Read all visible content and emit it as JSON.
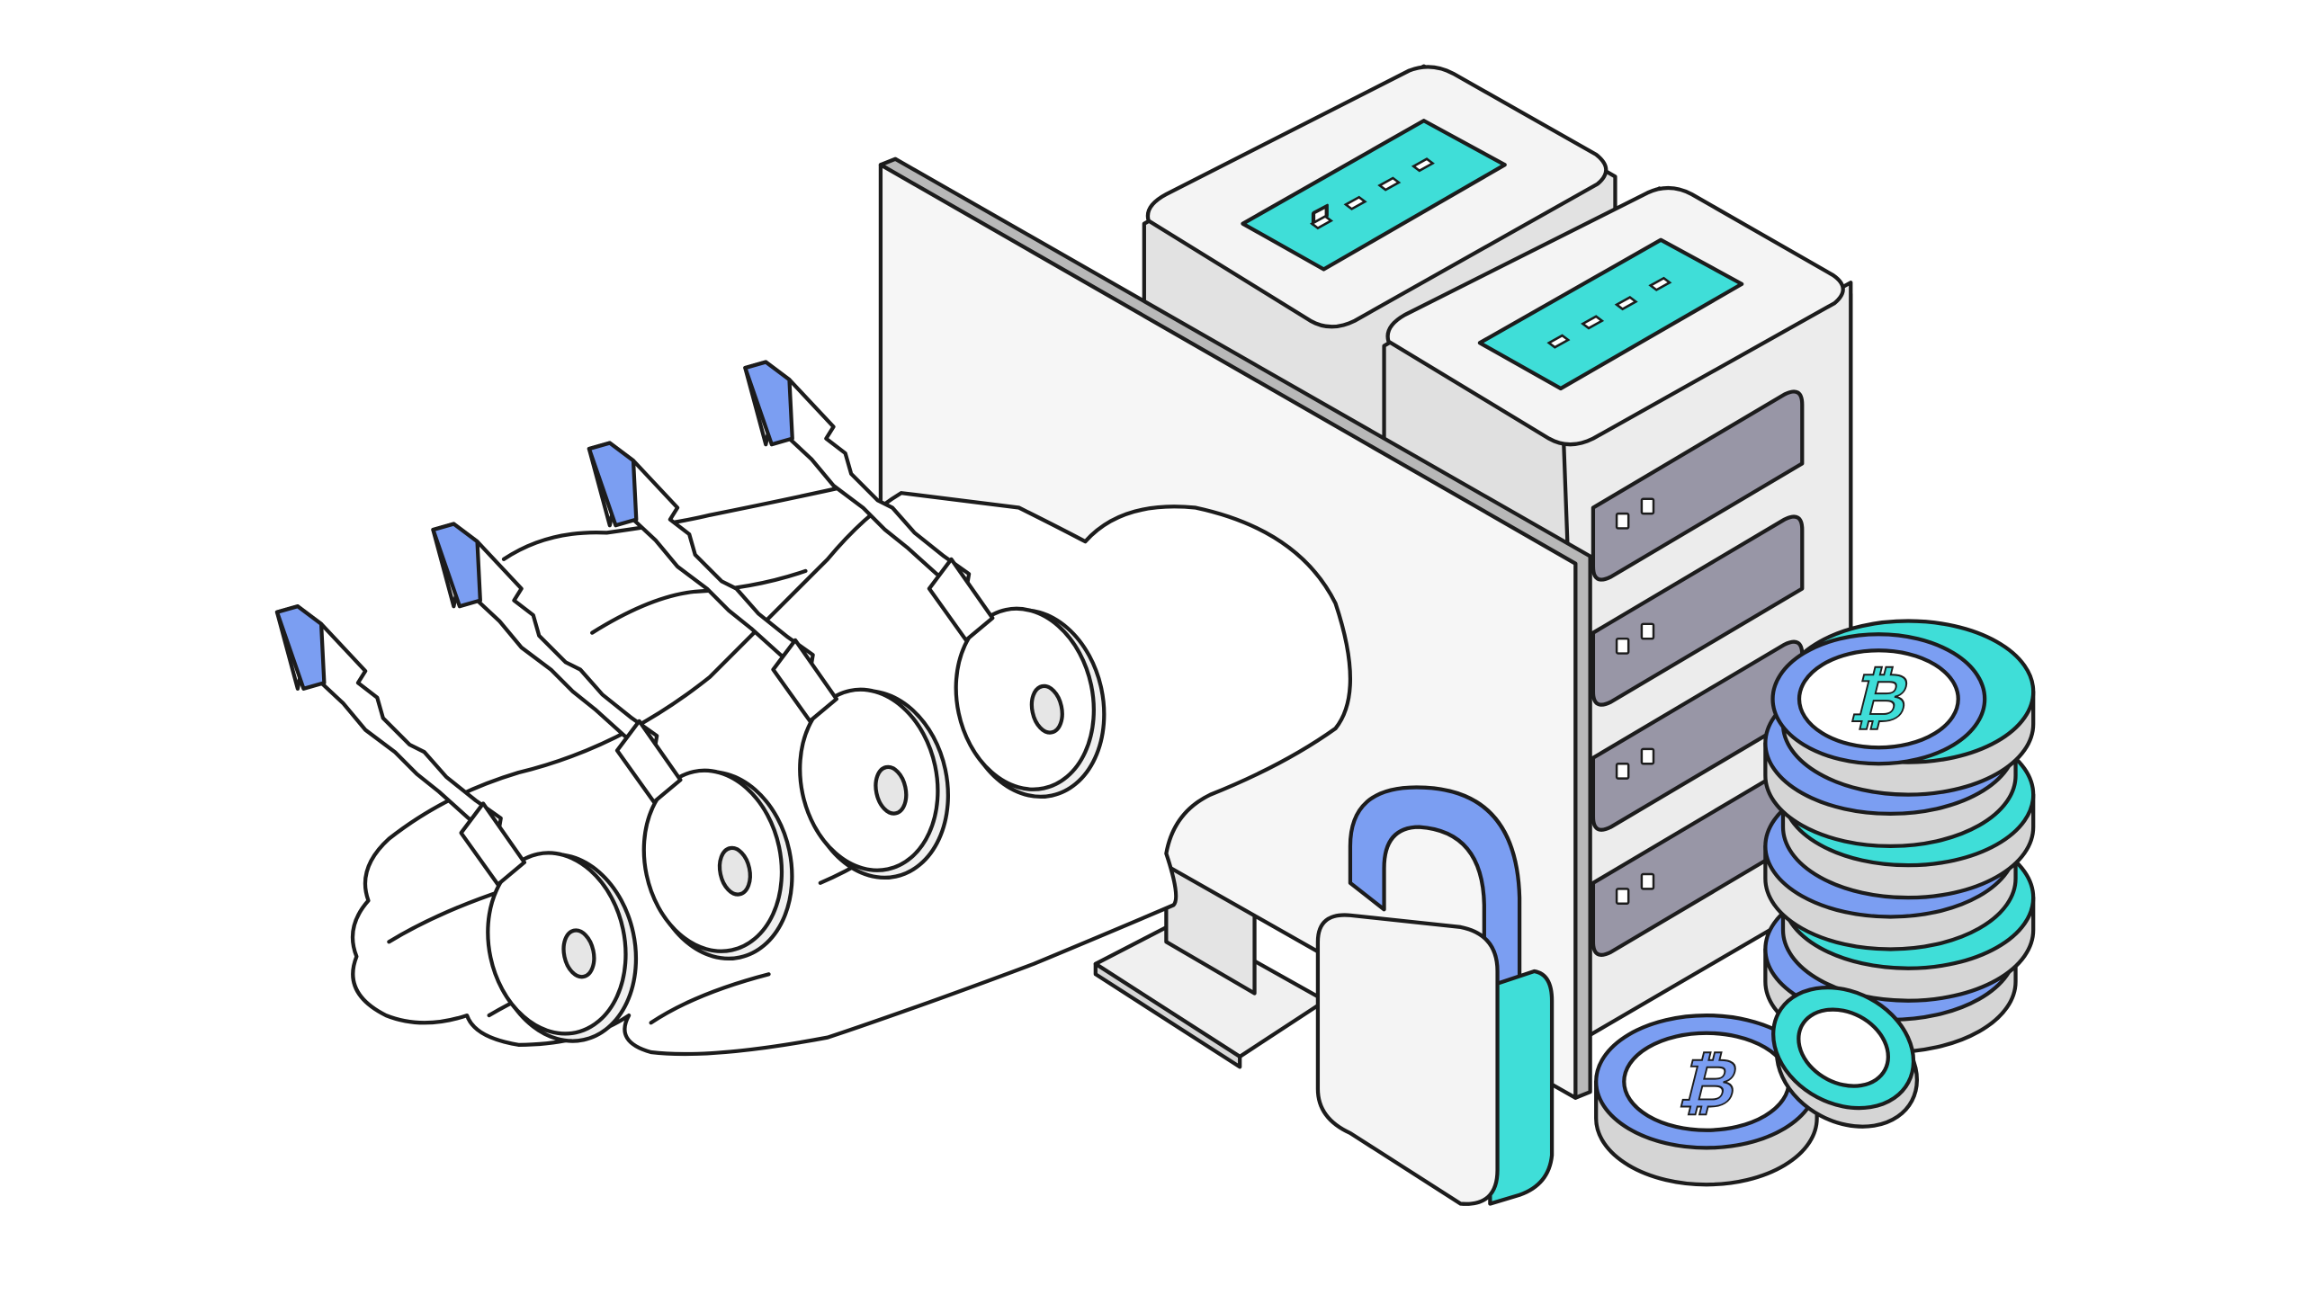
{
  "scene": {
    "description_hidden": "",
    "palette": {
      "background": "#ffffff",
      "outline": "#1c1c1c",
      "teal": "#3fded8",
      "blue": "#7b9ef2",
      "server_light": "#f4f4f4",
      "server_side": "#dedede",
      "bay_dark": "#9896a6",
      "coin_side": "#d5d5d5",
      "monitor": "#f5f5f5"
    },
    "coin_symbol": "₿",
    "icons": [
      "hand-icon",
      "key-icon",
      "monitor-icon",
      "server-icon",
      "padlock-icon",
      "bitcoin-coin-icon"
    ],
    "key_count": 4,
    "server_count": 2,
    "coin_stack_count": 6,
    "loose_coin_count": 2
  }
}
